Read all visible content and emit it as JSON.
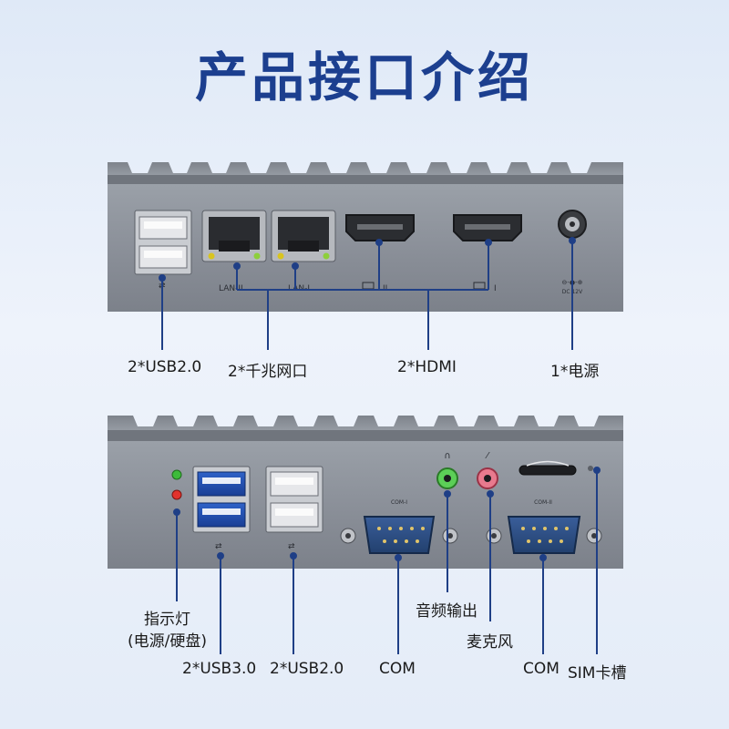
{
  "title": "产品接口介绍",
  "colors": {
    "accent": "#1c3f8f",
    "leader": "#1f3f86",
    "chassis": "#8a8f98"
  },
  "top_panel": {
    "engraved": {
      "lan2": "LAN-II",
      "lan1": "LAN-I",
      "hdmi2": "II",
      "hdmi1": "I",
      "dc": "DC 12V"
    },
    "labels": {
      "usb": "2*USB2.0",
      "lan": "2*千兆网口",
      "hdmi": "2*HDMI",
      "power": "1*电源"
    }
  },
  "bottom_panel": {
    "engraved": {
      "com1": "COM-I",
      "com2": "COM-II"
    },
    "labels": {
      "led_line1": "指示灯",
      "led_line2": "(电源/硬盘)",
      "usb3": "2*USB3.0",
      "usb2": "2*USB2.0",
      "com_left": "COM",
      "audio": "音频输出",
      "mic": "麦克风",
      "com_right": "COM",
      "sim": "SIM卡槽"
    }
  }
}
